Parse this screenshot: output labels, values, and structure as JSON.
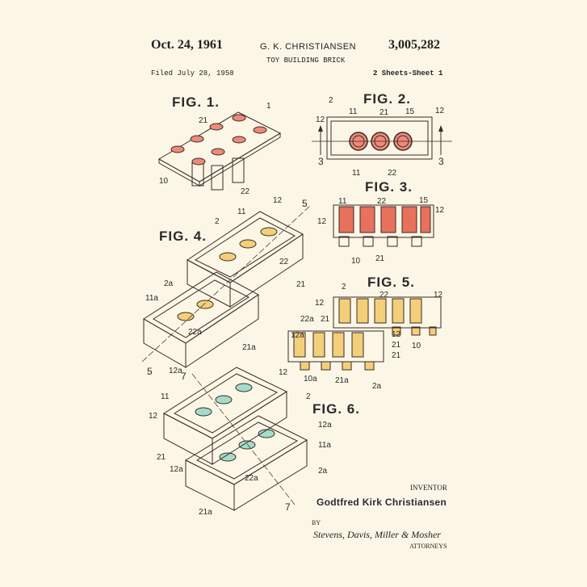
{
  "header": {
    "date": "Oct. 24, 1961",
    "inventor_short": "G. K. CHRISTIANSEN",
    "patent_number": "3,005,282",
    "title": "TOY BUILDING BRICK",
    "filed": "Filed July 28, 1958",
    "sheets": "2 Sheets-Sheet 1"
  },
  "colors": {
    "background": "#fcf6e6",
    "red": "#e8715e",
    "yellow": "#f3cf7a",
    "teal": "#a3dcc9",
    "ink": "#3a2a25"
  },
  "figures": {
    "fig1": {
      "label": "FIG. 1.",
      "refs": [
        "1",
        "21",
        "10",
        "22"
      ]
    },
    "fig2": {
      "label": "FIG. 2.",
      "refs": [
        "2",
        "11",
        "21",
        "15",
        "12",
        "12",
        "3",
        "3",
        "11",
        "22"
      ]
    },
    "fig3": {
      "label": "FIG. 3.",
      "refs": [
        "11",
        "22",
        "15",
        "12",
        "12",
        "10",
        "21"
      ]
    },
    "fig4": {
      "label": "FIG. 4.",
      "refs": [
        "2",
        "11",
        "12",
        "5",
        "22",
        "21",
        "2a",
        "11a",
        "22a",
        "21a",
        "5",
        "12a"
      ]
    },
    "fig5": {
      "label": "FIG. 5.",
      "refs": [
        "2",
        "22",
        "12",
        "12",
        "22a",
        "21",
        "12a",
        "12",
        "21",
        "10",
        "21",
        "10a",
        "21a",
        "2a"
      ]
    },
    "fig6": {
      "label": "FIG. 6.",
      "refs": [
        "7",
        "12",
        "11",
        "2",
        "12",
        "12a",
        "21",
        "22a",
        "11a",
        "12a",
        "2a",
        "7",
        "21a"
      ]
    }
  },
  "footer": {
    "inventor_label": "INVENTOR",
    "inventor_name": "Godtfred Kirk Christiansen",
    "by": "BY",
    "attorneys_signature": "Stevens, Davis, Miller & Mosher",
    "attorneys_label": "ATTORNEYS"
  }
}
